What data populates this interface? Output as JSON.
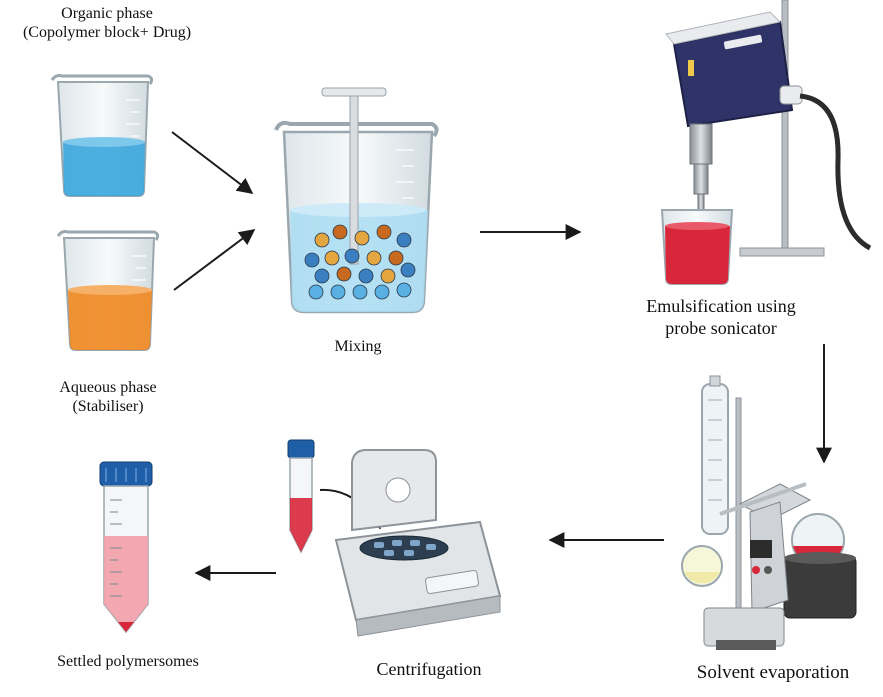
{
  "labels": {
    "organic_line1": "Organic phase",
    "organic_line2": "(Copolymer block+ Drug)",
    "aqueous_line1": "Aqueous phase",
    "aqueous_line2": "(Stabiliser)",
    "mixing": "Mixing",
    "emulsification_line1": "Emulsification using",
    "emulsification_line2": "probe sonicator",
    "solvent_evaporation": "Solvent evaporation",
    "centrifugation": "Centrifugation",
    "settled": "Settled polymersomes"
  },
  "colors": {
    "organic_liquid": "#3aa6dc",
    "aqueous_liquid": "#f08a24",
    "emulsion_red": "#d8273a",
    "sonicator_body": "#2f3468",
    "tube_cap": "#1f5fa8",
    "settled_pink": "#f3a0a8",
    "arrow": "#1a1a1a"
  },
  "icons": {
    "organic_beaker": "beaker-icon",
    "aqueous_beaker": "beaker-icon",
    "mixing_beaker": "stirred-beaker-icon",
    "sonicator": "probe-sonicator-icon",
    "rotary_evaporator": "rotary-evaporator-icon",
    "centrifuge": "centrifuge-icon",
    "tube": "centrifuge-tube-icon",
    "final_tube": "settled-tube-icon"
  }
}
